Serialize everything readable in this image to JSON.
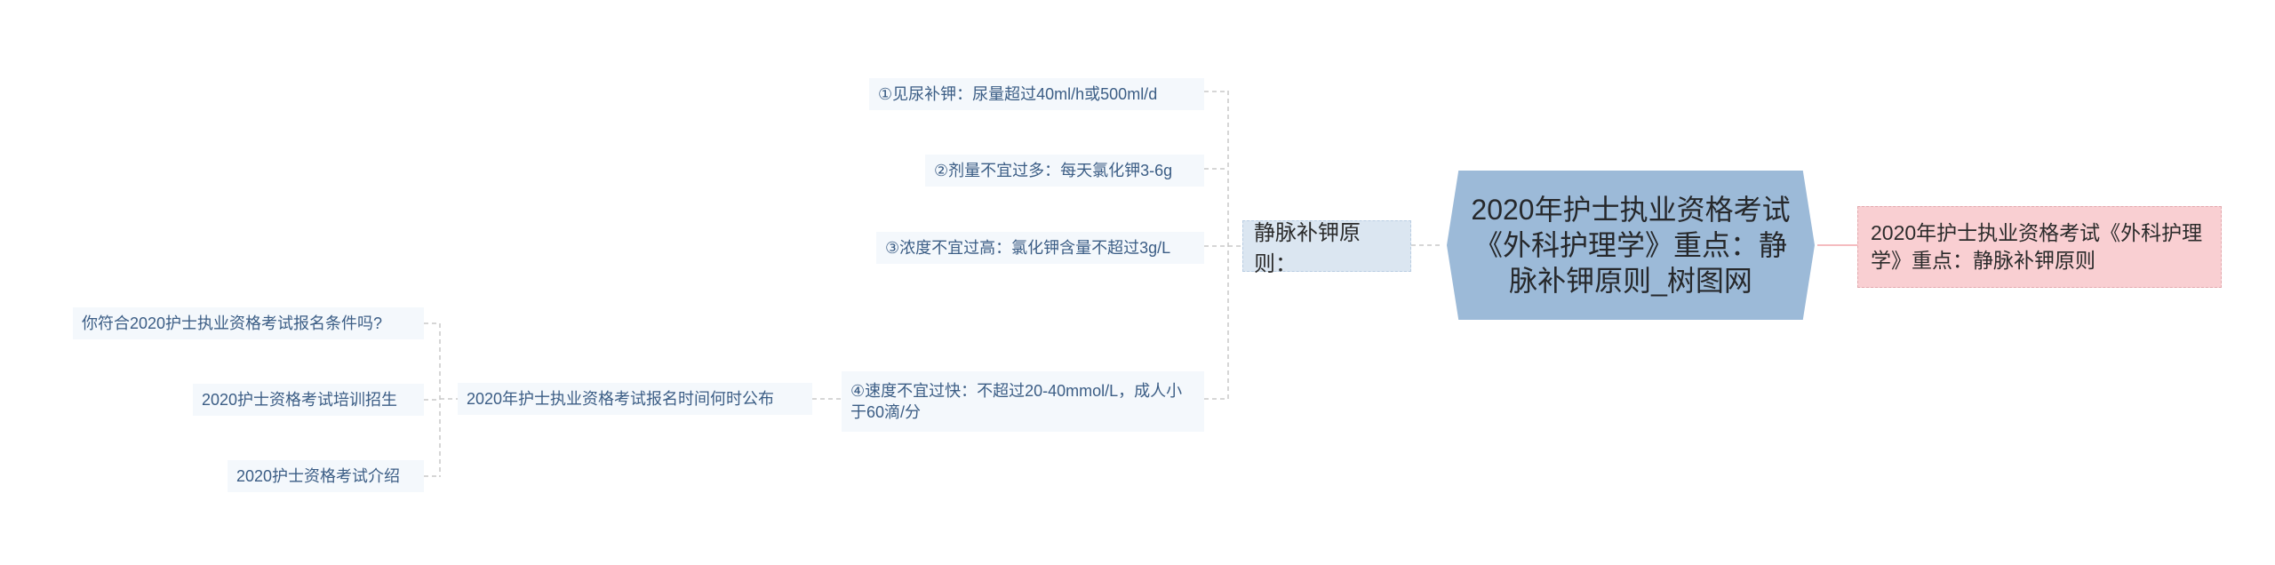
{
  "root": {
    "text": "2020年护士执业资格考试《外科护理学》重点：静脉补钾原则_树图网"
  },
  "right_node": {
    "text": "2020年护士执业资格考试《外科护理学》重点：静脉补钾原则"
  },
  "branch": {
    "label": "静脉补钾原则：",
    "items": [
      {
        "text": "①见尿补钾：尿量超过40ml/h或500ml/d"
      },
      {
        "text": "②剂量不宜过多：每天氯化钾3-6g"
      },
      {
        "text": "③浓度不宜过高：氯化钾含量不超过3g/L"
      },
      {
        "text": "④速度不宜过快：不超过20-40mmol/L，成人小于60滴/分"
      }
    ]
  },
  "links": {
    "hub": "2020年护士执业资格考试报名时间何时公布",
    "items": [
      {
        "text": "你符合2020护士执业资格考试报名条件吗?"
      },
      {
        "text": "2020护士资格考试培训招生"
      },
      {
        "text": "2020护士资格考试介绍"
      }
    ]
  },
  "colors": {
    "root_fill": "#9cbad8",
    "sub_fill": "#dbe6f1",
    "leaf_fill": "#f4f8fc",
    "leaf_text": "#3b5d85",
    "pink_fill": "#f9cfd2",
    "connector": "#c9c9c9",
    "pink_connector": "#f2a5aa"
  }
}
